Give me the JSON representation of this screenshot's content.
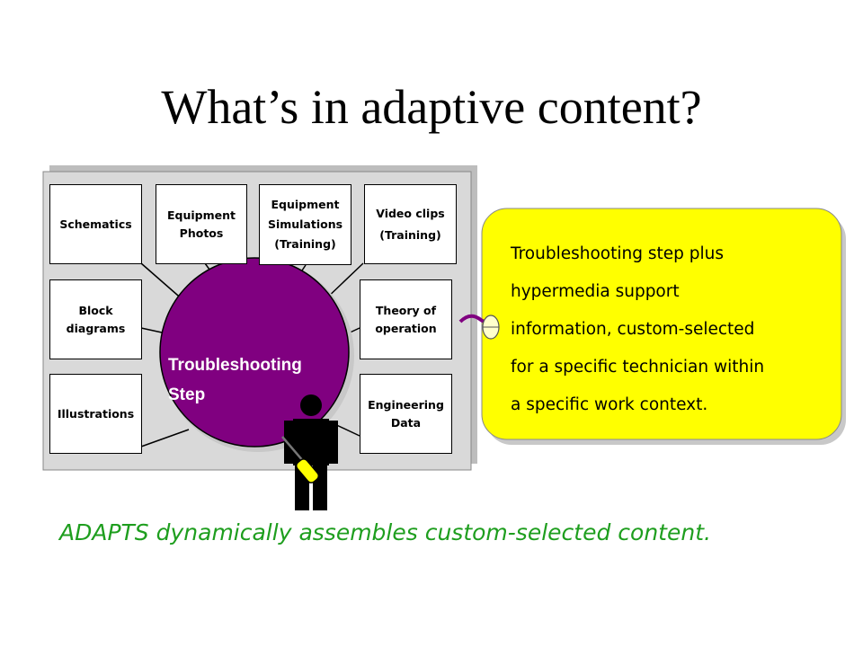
{
  "title": "What’s in adaptive content?",
  "boxes": {
    "schematics": [
      "Schematics"
    ],
    "equipment_photos": [
      "Equipment",
      "Photos"
    ],
    "equipment_simulations": [
      "Equipment",
      "Simulations",
      "(Training)"
    ],
    "video_clips": [
      "Video clips",
      "(Training)"
    ],
    "block_diagrams": [
      "Block",
      "diagrams"
    ],
    "theory_of_operation": [
      "Theory of",
      "operation"
    ],
    "illustrations": [
      "Illustrations"
    ],
    "engineering_data": [
      "Engineering",
      "Data"
    ]
  },
  "center": [
    "Troubleshooting",
    "Step"
  ],
  "callout": [
    "Troubleshooting step plus",
    "hypermedia support",
    "information, custom-selected",
    "for a specific technician within",
    "a specific work context."
  ],
  "caption": "ADAPTS dynamically assembles custom-selected content.",
  "colors": {
    "circle": "#800080",
    "callout": "#ffff00",
    "caption": "#1e9e1e",
    "panel": "#d9d9d9"
  },
  "icons": [
    "technician-figure-icon",
    "screwdriver-icon",
    "mouse-icon"
  ]
}
